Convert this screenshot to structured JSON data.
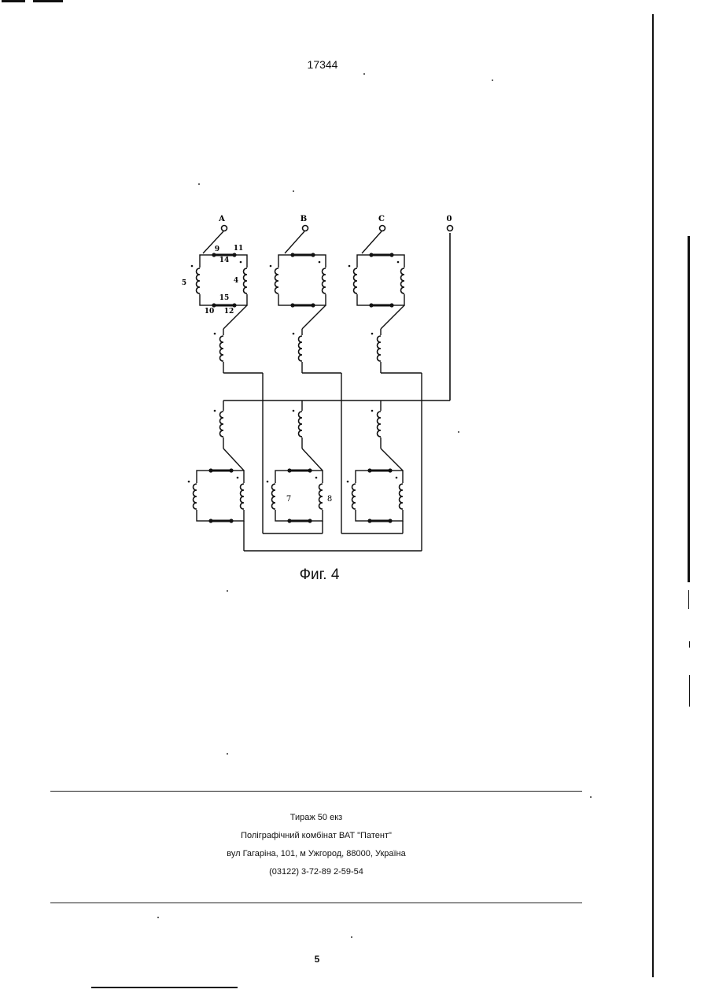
{
  "header": {
    "page_number": "17344"
  },
  "figure": {
    "caption": "Фиг. 4",
    "terminals": [
      "A",
      "B",
      "C",
      "0"
    ],
    "winding_labels": [
      "9",
      "11",
      "14",
      "5",
      "4",
      "15",
      "10",
      "12",
      "7",
      "8"
    ]
  },
  "imprint": {
    "line1": "Тираж   50 екз",
    "line2": "Поліграфічний комбінат ВАТ \"Патент\"",
    "line3": "вул  Гагаріна, 101, м  Ужгород, 88000, Україна",
    "line4": "(03122) 3-72-89     2-59-54"
  },
  "footer": {
    "page_number": "5"
  }
}
